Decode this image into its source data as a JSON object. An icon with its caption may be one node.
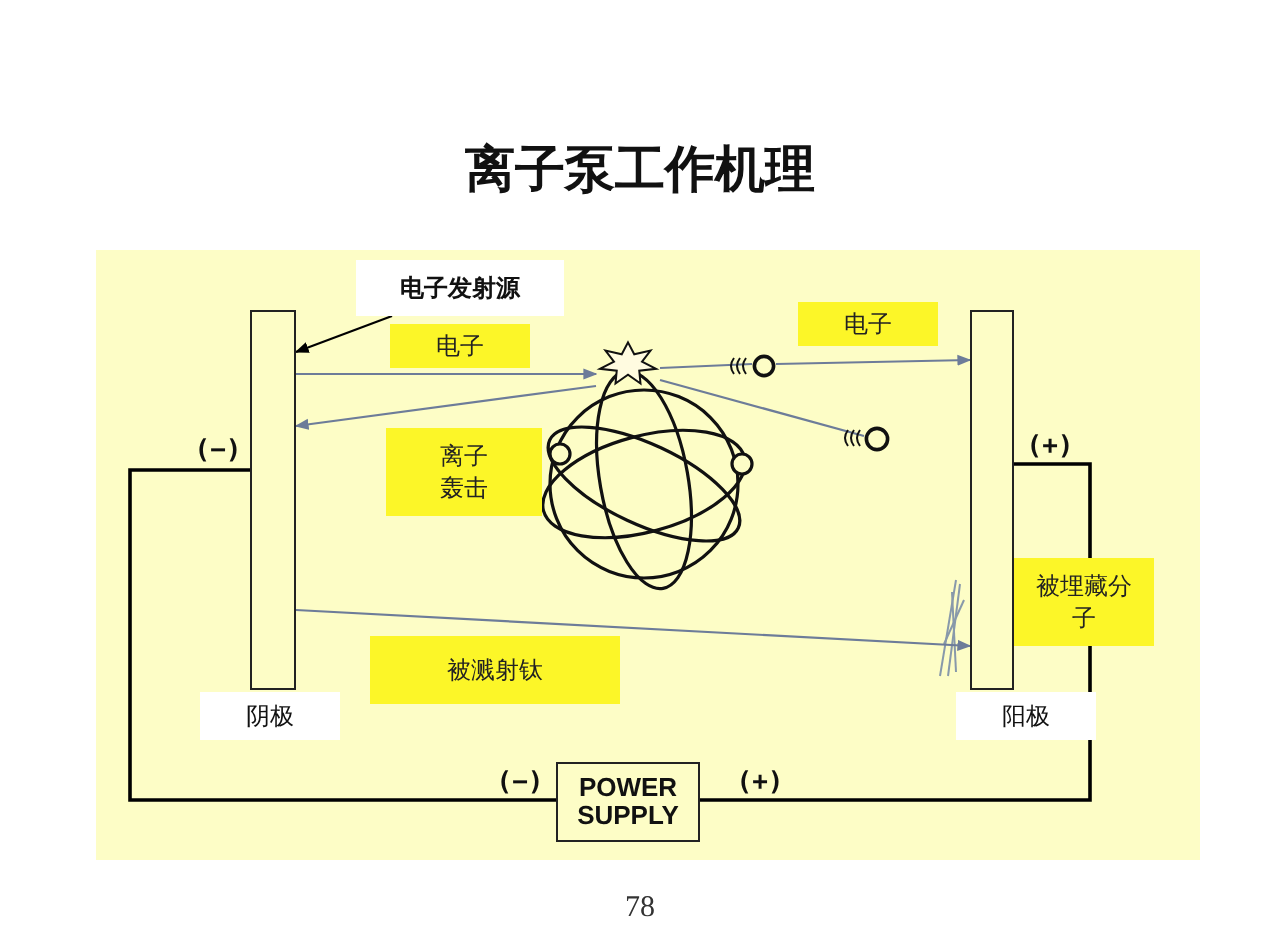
{
  "diagram": {
    "title": "离子泵工作机理",
    "nodes": [
      {
        "text": [],
        "shape": "bar",
        "beside": [
          "阴极"
        ]
      },
      {
        "text": [],
        "shape": "bar",
        "beside": [
          "阳极"
        ]
      },
      {
        "text": [
          "电子发射源"
        ]
      },
      {
        "text": [
          "POWER SUPPLY"
        ]
      },
      {
        "text": [],
        "shape": "star"
      },
      {
        "text": [],
        "shape": "circle"
      },
      {
        "text": [],
        "shape": "circle"
      }
    ],
    "edges": [
      {
        "from": 2,
        "to": 0,
        "arrow": "to",
        "color": "#000000"
      },
      {
        "from": 0,
        "to": 4,
        "arrow": "to"
      },
      {
        "from": 4,
        "to": 0,
        "arrow": "to"
      },
      {
        "from": 4,
        "to": 5,
        "arrow": "none"
      },
      {
        "from": 4,
        "to": 6,
        "arrow": "none"
      },
      {
        "from": 5,
        "to": 1,
        "arrow": "to"
      },
      {
        "from": 0,
        "to": 1,
        "arrow": "to"
      },
      {
        "from": 0,
        "to": 3,
        "arrow": "none",
        "color": "#000000"
      },
      {
        "from": 1,
        "to": 3,
        "arrow": "none",
        "color": "#000000"
      }
    ],
    "labels": [
      "(−)",
      "(+)",
      "电子",
      "离子轰击",
      "电子",
      "被埋藏分子",
      "被溅射钛",
      "(−)",
      "(+)",
      "78"
    ]
  }
}
